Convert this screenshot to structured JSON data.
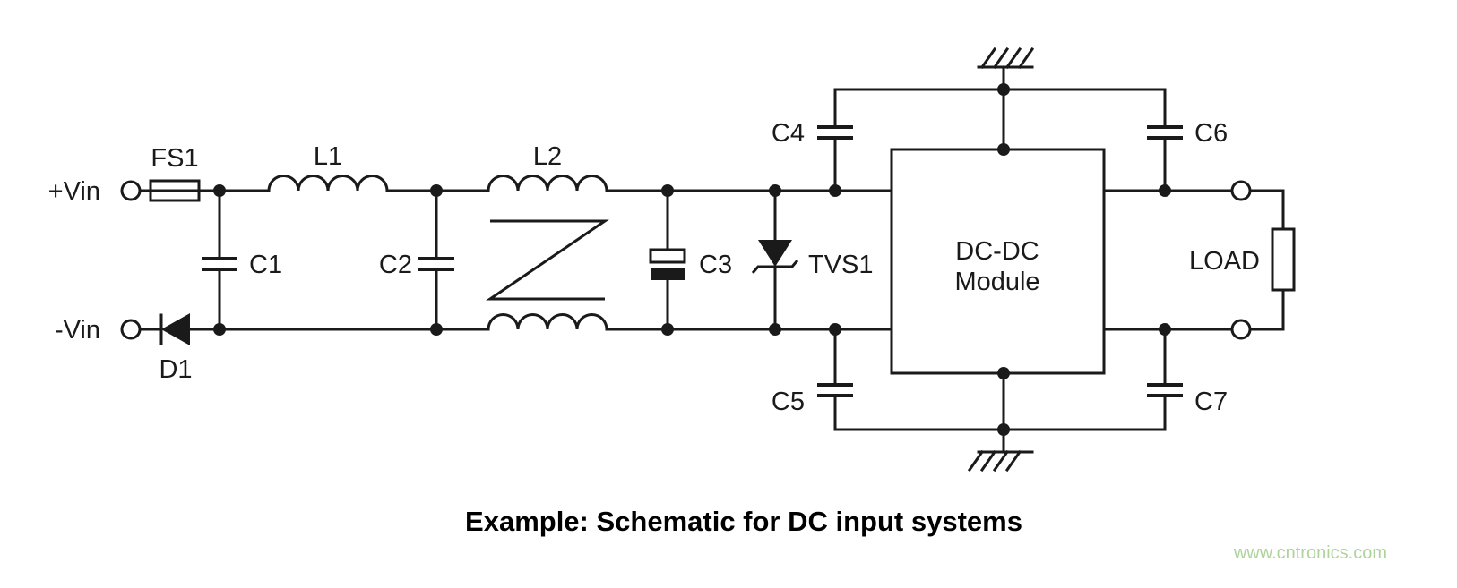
{
  "diagram": {
    "title": "Example: Schematic for DC input systems",
    "watermark": "www.cntronics.com",
    "terminals": {
      "pos_in": "+Vin",
      "neg_in": "-Vin"
    },
    "components": {
      "fuse": "FS1",
      "diode": "D1",
      "cap1": "C1",
      "cap2": "C2",
      "cap3": "C3",
      "cap4": "C4",
      "cap5": "C5",
      "cap6": "C6",
      "cap7": "C7",
      "inductor1": "L1",
      "choke2": "L2",
      "tvs": "TVS1",
      "load": "LOAD"
    },
    "module": {
      "line1": "DC-DC",
      "line2": "Module"
    },
    "colors": {
      "line": "#1a1a1a",
      "watermark": "#aed49c",
      "background": "#ffffff"
    }
  }
}
